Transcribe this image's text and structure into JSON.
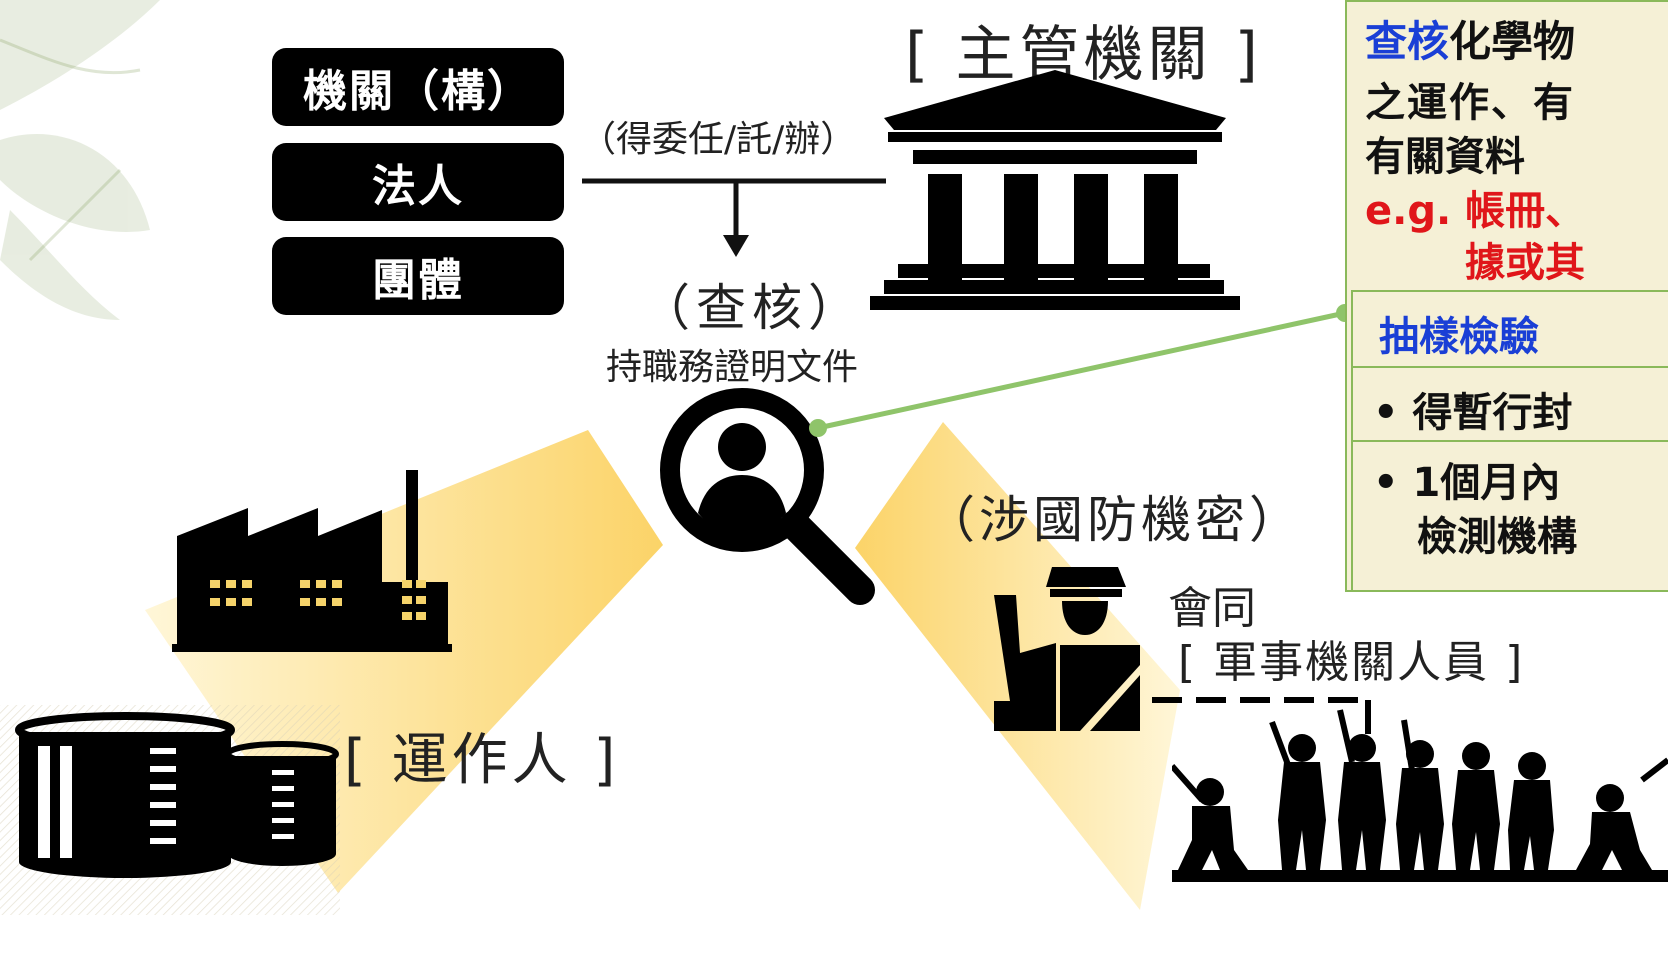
{
  "authority": {
    "title": "[ 主管機關 ]",
    "entities": [
      "機關（構）",
      "法人",
      "團體"
    ],
    "delegation": "（得委任/託/辦）"
  },
  "inspection": {
    "label": "（查核）",
    "credential": "持職務證明文件"
  },
  "operator": {
    "label": "[ 運作人 ]"
  },
  "defense": {
    "condition": "（涉國防機密）",
    "joint": "會同",
    "military": "[ 軍事機關人員 ]"
  },
  "info_box": {
    "line1_highlight": "查核",
    "line1_rest": "化學物",
    "line2": "之運作、有",
    "line3": "有關資料",
    "line4": "e.g. 帳冊、",
    "line5": "據或其",
    "sampling_title": "抽樣檢驗",
    "bullets": [
      "得暫行封",
      "1個月內",
      "檢測機構"
    ]
  },
  "colors": {
    "highlight_blue": "#1a3fd6",
    "example_red": "#e0161a",
    "connector_green": "#8fc46a",
    "band_yellow": "#fbd56a"
  }
}
